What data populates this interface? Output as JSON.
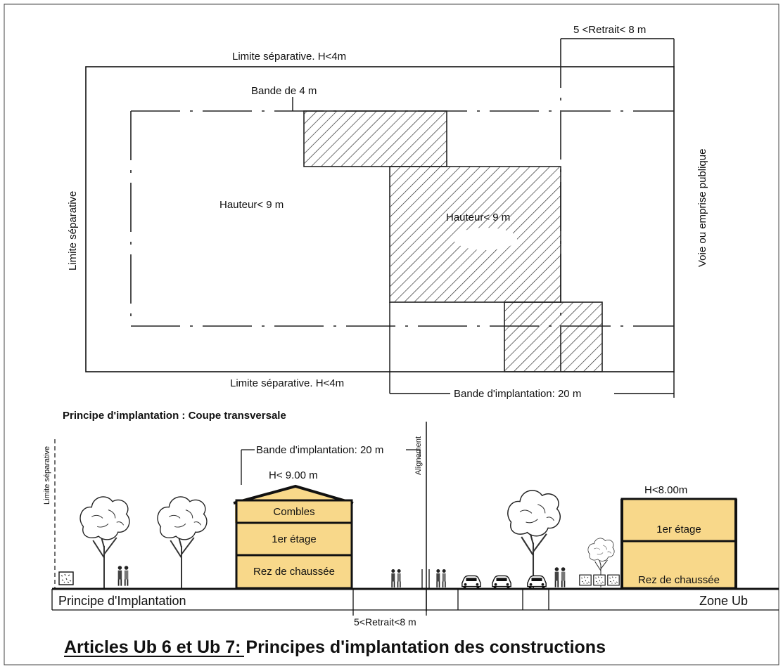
{
  "plan": {
    "retrait_top": "5 <Retrait< 8 m",
    "limite_top": "Limite séparative. H<4m",
    "bande_4m": "Bande de 4 m",
    "limite_left": "Limite séparative",
    "voie": "Voie ou emprise publique",
    "hauteur_left": "Hauteur< 9 m",
    "hauteur_hatched": "Hauteur< 9 m",
    "limite_bottom": "Limite séparative. H<4m",
    "bande_implantation": "Bande d'implantation: 20 m"
  },
  "section": {
    "heading": "Principe d'implantation : Coupe transversale",
    "limite_vertical": "Limite séparative",
    "alignement": "Alignement",
    "bande_implantation": "Bande d'implantation: 20 m",
    "house_left": {
      "height": "H< 9.00 m",
      "floors": [
        "Combles",
        "1er étage",
        "Rez de chaussée"
      ]
    },
    "house_right": {
      "height": "H<8.00m",
      "floors": [
        "1er étage",
        "Rez de chaussée"
      ]
    },
    "ground_left": "Principe d'Implantation",
    "ground_right": "Zone Ub",
    "retrait": "5<Retrait<8 m"
  },
  "title": "Articles Ub 6 et Ub 7:  Principes d'implantation des constructions",
  "colors": {
    "floor_fill": "#f8d88a",
    "line": "#111111"
  }
}
